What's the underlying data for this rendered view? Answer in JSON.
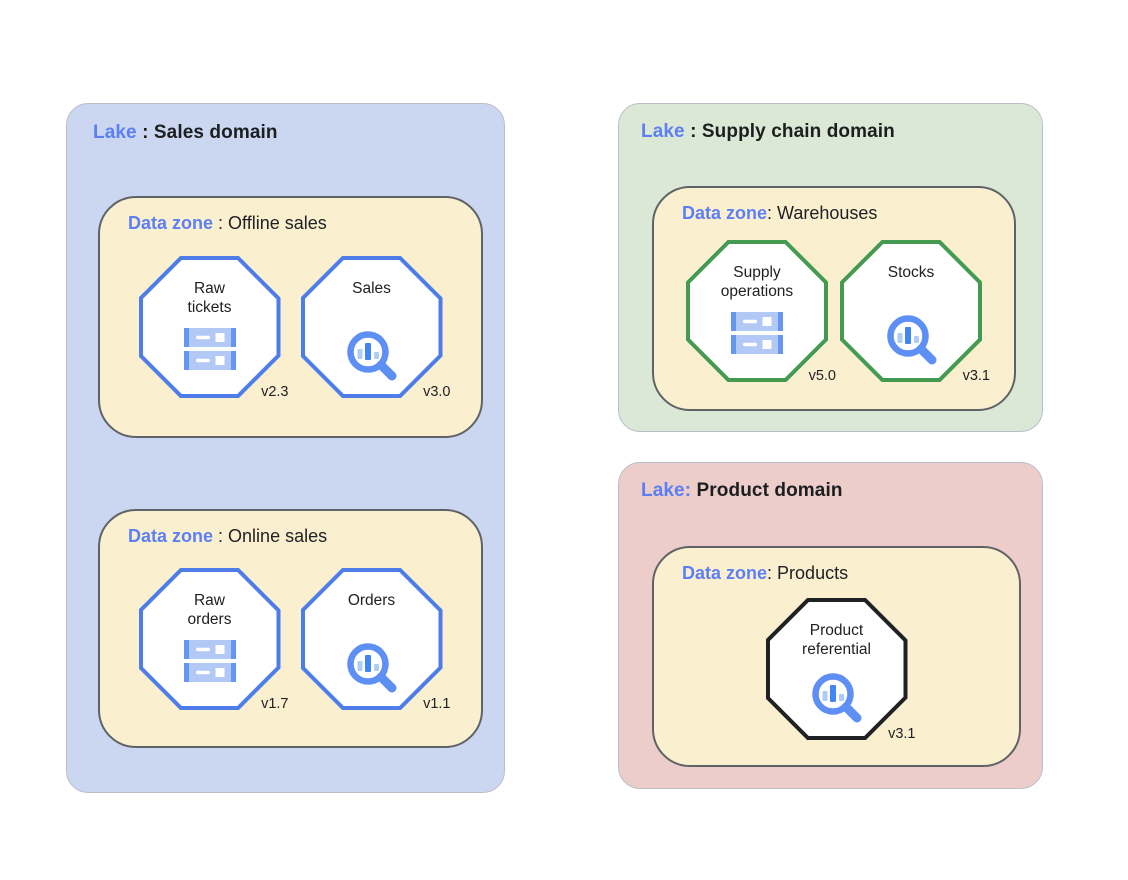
{
  "palette": {
    "accent_label_blue": "#5c7ff5",
    "sales_lake_bg": "#cbd6f1",
    "supply_lake_bg": "#dbe8d6",
    "product_lake_bg": "#eccdca",
    "data_zone_bg": "#faf0d0",
    "data_zone_border": "#5f6368",
    "octagon_blue_border": "#4e7de9",
    "octagon_green_border": "#449a51",
    "octagon_black_border": "#202124",
    "icon_blue": "#4285f4",
    "icon_medium_blue": "#6695f2",
    "icon_light_blue": "#b3c9f5"
  },
  "lakes": [
    {
      "label": "Lake",
      "separator": " : ",
      "title": "Sales domain",
      "zones": [
        {
          "label": "Data zone",
          "separator": " : ",
          "title": "Offline sales",
          "entities": [
            {
              "name": "Raw\ntickets",
              "version": "v2.3",
              "icon": "storage-icon"
            },
            {
              "name": "Sales",
              "version": "v3.0",
              "icon": "search-insights-icon"
            }
          ]
        },
        {
          "label": "Data zone",
          "separator": " : ",
          "title": "Online sales",
          "entities": [
            {
              "name": "Raw\norders",
              "version": "v1.7",
              "icon": "storage-icon"
            },
            {
              "name": "Orders",
              "version": "v1.1",
              "icon": "search-insights-icon"
            }
          ]
        }
      ]
    },
    {
      "label": "Lake",
      "separator": " : ",
      "title": "Supply chain domain",
      "zones": [
        {
          "label": "Data zone",
          "separator": ": ",
          "title": "Warehouses",
          "entities": [
            {
              "name": "Supply\noperations",
              "version": "v5.0",
              "icon": "storage-icon"
            },
            {
              "name": "Stocks",
              "version": "v3.1",
              "icon": "search-insights-icon"
            }
          ]
        }
      ]
    },
    {
      "label": "Lake:",
      "separator": " ",
      "title": "Product domain",
      "zones": [
        {
          "label": "Data zone",
          "separator": ": ",
          "title": "Products",
          "entities": [
            {
              "name": "Product\nreferential",
              "version": "v3.1",
              "icon": "search-insights-icon"
            }
          ]
        }
      ]
    }
  ]
}
